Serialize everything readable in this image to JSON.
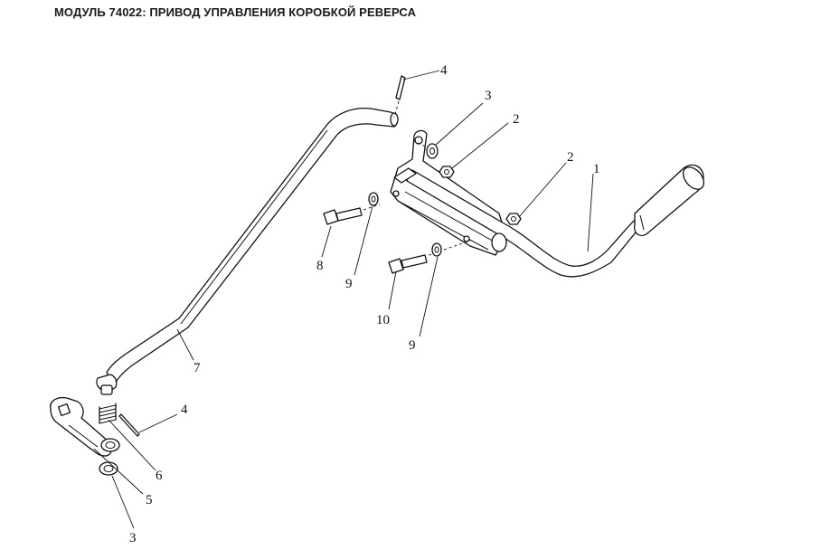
{
  "page": {
    "title": "МОДУЛЬ 74022: ПРИВОД УПРАВЛЕНИЯ КОРОБКОЙ РЕВЕРСА"
  },
  "callouts": {
    "c1": "1",
    "c2a": "2",
    "c2b": "2",
    "c3a": "3",
    "c3b": "3",
    "c4a": "4",
    "c4b": "4",
    "c5": "5",
    "c6": "6",
    "c7": "7",
    "c8": "8",
    "c9a": "9",
    "c9b": "9",
    "c10": "10"
  }
}
